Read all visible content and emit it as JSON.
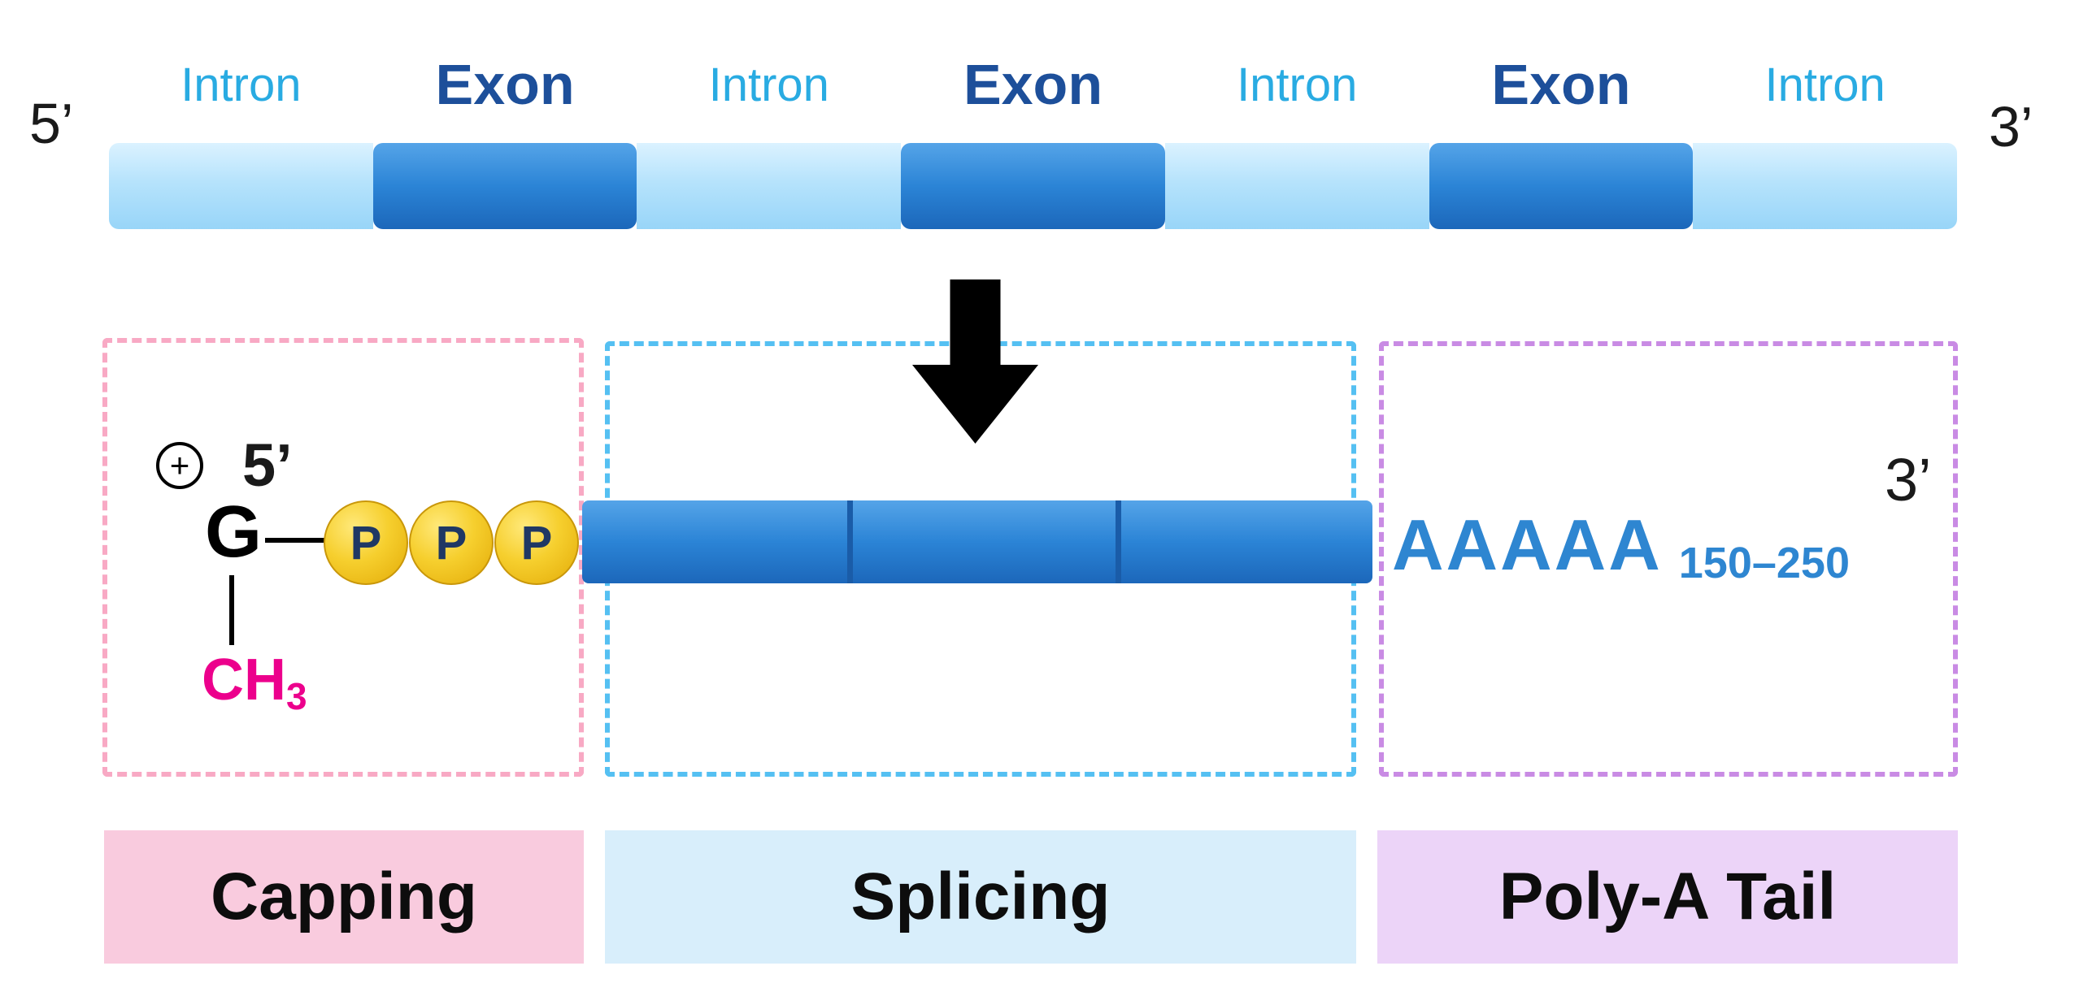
{
  "pre_mrna": {
    "five_prime_label": "5’",
    "three_prime_label": "3’",
    "segments": [
      {
        "type": "intron",
        "label": "Intron"
      },
      {
        "type": "exon",
        "label": "Exon"
      },
      {
        "type": "intron",
        "label": "Intron"
      },
      {
        "type": "exon",
        "label": "Exon"
      },
      {
        "type": "intron",
        "label": "Intron"
      },
      {
        "type": "exon",
        "label": "Exon"
      },
      {
        "type": "intron",
        "label": "Intron"
      }
    ]
  },
  "mature_mrna": {
    "plus_sign": "+",
    "five_prime_label": "5’",
    "three_prime_label": "3’",
    "cap_nucleotide": "G",
    "phosphates": [
      "P",
      "P",
      "P"
    ],
    "methyl_group": "CH",
    "methyl_subscript": "3",
    "exon_blocks": 3,
    "poly_a_sequence": "AAAAA",
    "poly_a_length": "150–250"
  },
  "processes": [
    {
      "id": "capping",
      "label": "Capping"
    },
    {
      "id": "splicing",
      "label": "Splicing"
    },
    {
      "id": "polya",
      "label": "Poly-A Tail"
    }
  ],
  "colors": {
    "intron_text": "#29abe2",
    "exon_text": "#1d4f9a",
    "intron_fill": "#abdffb",
    "exon_fill": "#2b84d6",
    "arrow_color": "#000000",
    "capping_border": "#f8a9c4",
    "splicing_border": "#55c0f2",
    "polya_border": "#c98be4",
    "capping_fill": "#f9cbde",
    "splicing_fill": "#d8eefb",
    "polya_fill": "#ecd4f8",
    "phosphate_text": "#1f3864",
    "methyl_text": "#ec008c",
    "polya_text": "#2e86d1",
    "prime_text": "#1a1a1a"
  }
}
